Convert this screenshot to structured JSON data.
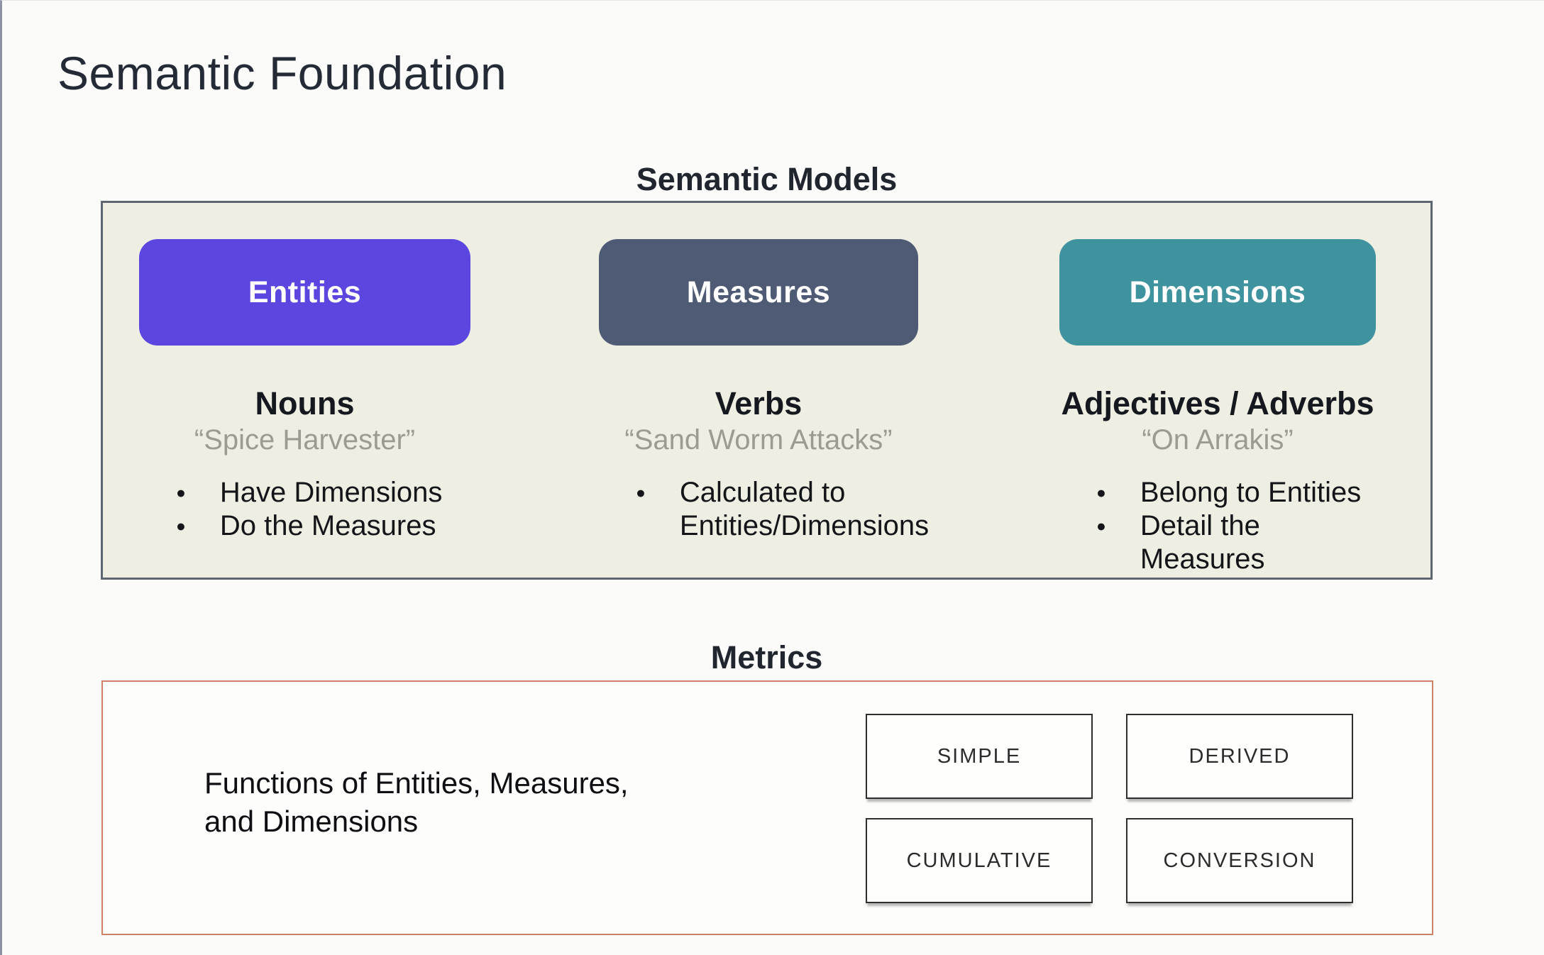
{
  "page": {
    "title": "Semantic Foundation"
  },
  "semantic_models": {
    "heading": "Semantic Models",
    "panel_bg": "#efeee3",
    "panel_border_color": "#5d6671",
    "columns": [
      {
        "button": "Entities",
        "color": "#5b47e0",
        "heading": "Nouns",
        "example": "“Spice Harvester”",
        "bullets": [
          "Have Dimensions",
          "Do the Measures"
        ]
      },
      {
        "button": "Measures",
        "color": "#4f5b74",
        "heading": "Verbs",
        "example": "“Sand Worm Attacks”",
        "bullets": [
          "Calculated to Entities/Dimensions"
        ]
      },
      {
        "button": "Dimensions",
        "color": "#3f939f",
        "heading": "Adjectives / Adverbs",
        "example": "“On Arrakis”",
        "bullets": [
          "Belong to Entities",
          "Detail the Measures"
        ]
      }
    ]
  },
  "metrics": {
    "heading": "Metrics",
    "description_line1": "Functions of Entities, Measures,",
    "description_line2": "and Dimensions",
    "border_color": "#cf8166",
    "types": [
      "SIMPLE",
      "DERIVED",
      "CUMULATIVE",
      "CONVERSION"
    ]
  }
}
